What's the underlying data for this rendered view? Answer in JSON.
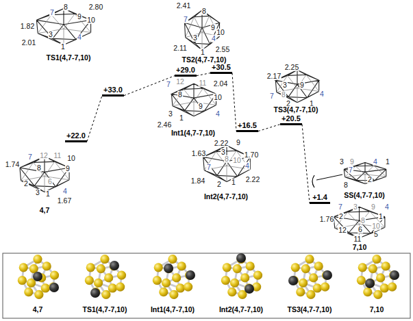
{
  "diagram": {
    "nodes": [
      {
        "text": [
          "+22.0"
        ]
      },
      {
        "text": [
          "+33.0"
        ]
      },
      {
        "text": [
          "+29.0"
        ]
      },
      {
        "text": [
          "+30.5"
        ]
      },
      {
        "text": [
          "+16.5"
        ]
      },
      {
        "text": [
          "+20.5"
        ]
      },
      {
        "text": [
          "+1.4"
        ]
      }
    ],
    "edges": [
      {
        "from": 0,
        "to": 1,
        "arrow": "none"
      },
      {
        "from": 1,
        "to": 2,
        "arrow": "none"
      },
      {
        "from": 2,
        "to": 3,
        "arrow": "none"
      },
      {
        "from": 3,
        "to": 4,
        "arrow": "none"
      },
      {
        "from": 4,
        "to": 5,
        "arrow": "none"
      },
      {
        "from": 5,
        "to": 6,
        "arrow": "none"
      }
    ],
    "labels": [
      "7",
      "12",
      "11",
      "10",
      "8",
      "9",
      "1.74",
      "6",
      "2",
      "3",
      "1",
      "4",
      "1.67",
      "4,7",
      "7",
      "8",
      "2.80",
      "9",
      "10",
      "1.82",
      "3",
      "4",
      "2.01",
      "1",
      "TS1(4,7-7,10)",
      "2.41",
      "8",
      "7",
      "9",
      "10",
      "3",
      "4",
      "2.11",
      "2.55",
      "1",
      "TS2(4,7-7,10)",
      "7",
      "12",
      "11",
      "2.04",
      "8",
      "10",
      "9",
      "3",
      "4",
      "1",
      "2.46",
      "Int1(4,7-7,10)",
      "2.25",
      "2.17",
      "3",
      "9",
      "7",
      "8",
      "4",
      "2",
      "1",
      "TS3(4,7-7,10)",
      "2.22",
      "9",
      "1.63",
      "1.70",
      "3",
      "8",
      "10",
      "7",
      "4",
      "1.84",
      "2",
      "1",
      "2.22",
      "Int2(4,7-7,10)",
      "3",
      "9",
      "4",
      "1",
      "7",
      "2",
      "8",
      "SS(4,7-7,10)",
      "7",
      "3",
      "9",
      "4",
      "1.76",
      "2",
      "1",
      "8",
      "10",
      "12",
      "6",
      "5",
      "11",
      "7,10",
      "4,7",
      "TS1(4,7-7,10)",
      "Int1(4,7-7,10)",
      "Int2(4,7-7,10)",
      "TS3(4,7-7,10)",
      "7,10"
    ]
  }
}
